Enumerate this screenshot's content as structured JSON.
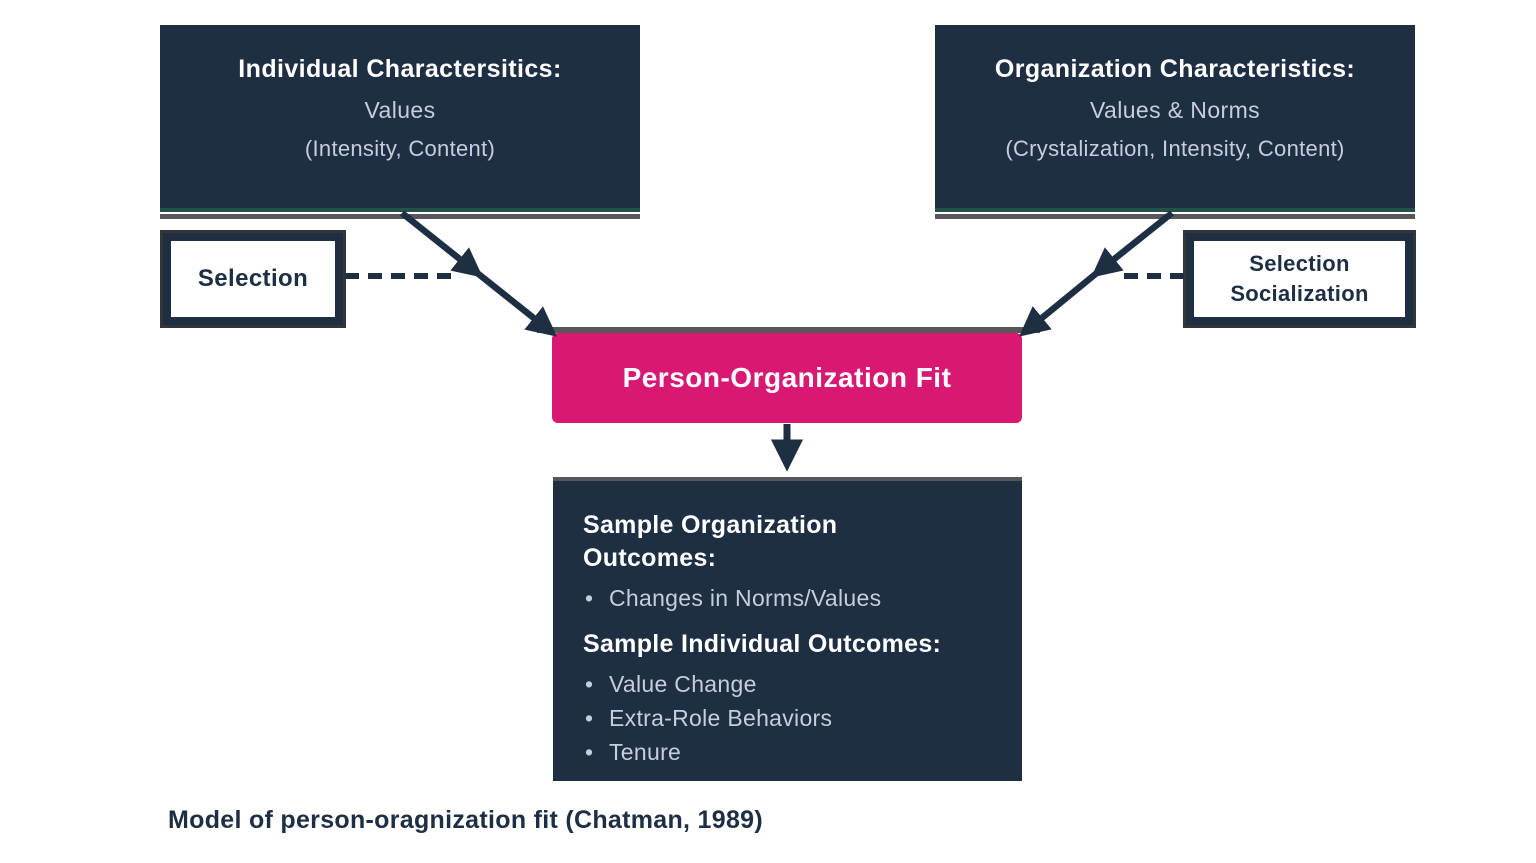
{
  "colors": {
    "navy": "#1e2e43",
    "pink": "#d81873",
    "body_text": "#c7cedb",
    "gray_bar": "#55575a",
    "teal_edge": "#24504a"
  },
  "boxes": {
    "individual": {
      "title": "Individual Charactersitics:",
      "subtitle": "Values",
      "detail": "(Intensity, Content)"
    },
    "organization": {
      "title": "Organization Characteristics:",
      "subtitle": "Values & Norms",
      "detail": "(Crystalization, Intensity, Content)"
    },
    "selection": {
      "label": "Selection"
    },
    "selection_socialization": {
      "line1": "Selection",
      "line2": "Socialization"
    },
    "fit": {
      "label": "Person-Organization Fit"
    },
    "outcomes": {
      "org_heading": "Sample Organization Outcomes:",
      "org_items": [
        "Changes in Norms/Values"
      ],
      "ind_heading": "Sample Individual Outcomes:",
      "ind_items": [
        "Value Change",
        "Extra-Role Behaviors",
        "Tenure"
      ]
    }
  },
  "caption": "Model of person-oragnization fit (Chatman, 1989)"
}
